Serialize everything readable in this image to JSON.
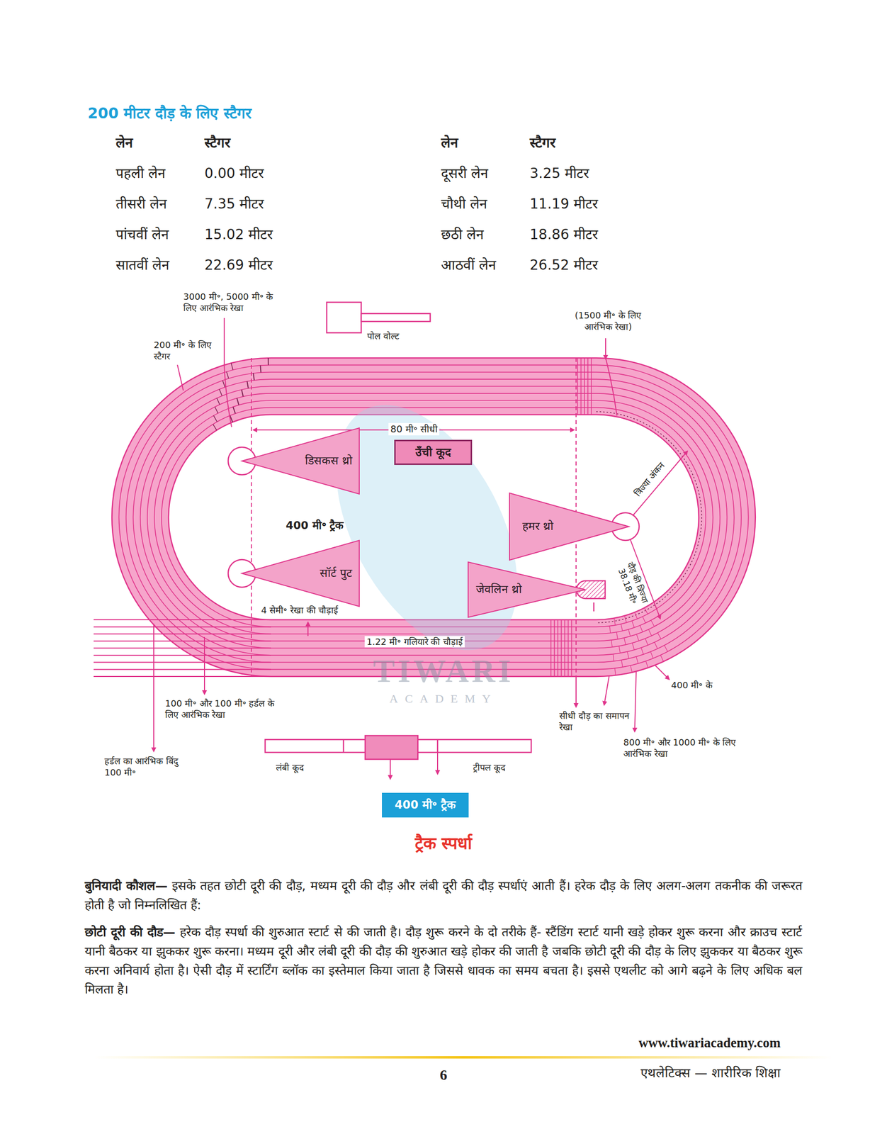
{
  "diagram": {
    "title": "200 मीटर दौड़ के लिए स्टैगर",
    "nodes": [
      {
        "text": [
          "डिसकस थ्रो"
        ]
      },
      {
        "text": [
          "उँची कूद"
        ]
      },
      {
        "text": [
          "हमर थ्रो"
        ]
      },
      {
        "text": [
          "सॉर्ट पुट"
        ]
      },
      {
        "text": [
          "जेवलिन थ्रो"
        ]
      },
      {
        "text": [
          "400 मी॰ ट्रैक"
        ]
      }
    ],
    "labels": [
      "लेन",
      "स्टैगर",
      "लेन",
      "स्टैगर",
      "पहली लेन",
      "0.00 मीटर",
      "दूसरी लेन",
      "3.25 मीटर",
      "तीसरी लेन",
      "7.35 मीटर",
      "चौथी लेन",
      "11.19 मीटर",
      "पांचवीं लेन",
      "15.02 मीटर",
      "छठी लेन",
      "18.86 मीटर",
      "सातवीं लेन",
      "22.69 मीटर",
      "आठवीं लेन",
      "26.52 मीटर",
      "3000 मी॰, 5000 मी॰ के लिए आरंभिक रेखा",
      "200 मी॰ के लिए स्टैगर",
      "पोल वोल्ट",
      "(1500 मी॰ के लिए आरंभिक रेखा)",
      "80 मी॰ सीधी",
      "त्रिज्या अंकन",
      "400 मी॰ ट्रैक",
      "दौड़ की त्रिज्या 38.18 मी॰",
      "4 सेमी॰ रेखा की चौड़ाई",
      "1.22 मी॰ गलियारे की चौड़ाई",
      "400 मी॰ के",
      "100 मी॰ और 100 मी॰ हर्डल के लिए आरंभिक रेखा",
      "हर्डल का आरंभिक बिंदु 100 मी॰",
      "सीधी दौड़ का समापन रेखा",
      "800 मी॰ और 1000 मी॰ के लिए आरंभिक रेखा",
      "लंबी कूद",
      "ट्रीपल कूद",
      "TIWARI",
      "ACADEMY",
      "ट्रैक स्पर्धा",
      "बुनियादी कौशल—",
      "इसके तहत छोटी दूरी की दौड़, मध्यम दूरी की दौड़ और लंबी दूरी की दौड़ स्पर्धाएं आती हैं। हरेक दौड़ के लिए अलग-अलग तकनीक की जरूरत होती है जो निम्नलिखित हैं:",
      "छोटी दूरी की दौड—",
      "हरेक दौड़ स्पर्धा की शुरुआत स्टार्ट से की जाती है। दौड़ शुरू करने के दो तरीके हैं- स्टैंडिंग स्टार्ट यानी खड़े होकर शुरू करना और क्राउच स्टार्ट यानी बैठकर या झुककर शुरू करना। मध्यम दूरी और लंबी दूरी की दौड़ की शुरुआत खड़े होकर की जाती है जबकि छोटी दूरी की दौड़ के लिए झुककर या बैठकर शुरू करना अनिवार्य होता है। ऐसी दौड़ में स्टार्टिंग ब्लॉक का इस्तेमाल किया जाता है जिससे धावक का समय बचता है। इससे एथलीट को आगे बढ़ने के लिए अधिक बल मिलता है।",
      "www.tiwariacademy.com",
      "6",
      "एथलेटिक्स — शारीरिक शिक्षा"
    ]
  }
}
